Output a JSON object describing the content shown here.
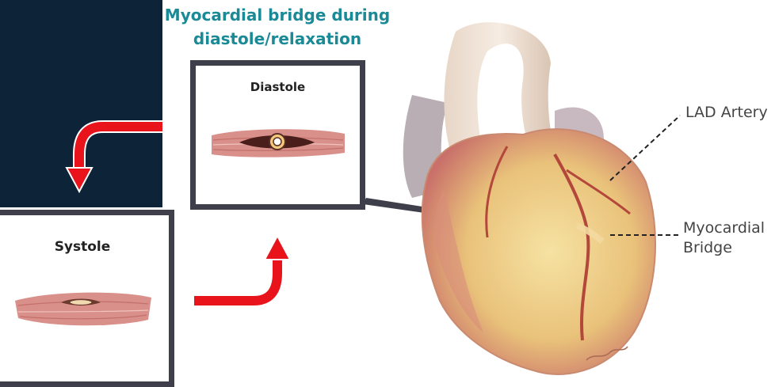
{
  "title": {
    "line1": "Myocardial bridge during",
    "line2": "diastole/relaxation"
  },
  "panels": {
    "diastole": {
      "label": "Diastole"
    },
    "systole": {
      "label": "Systole"
    }
  },
  "callouts": {
    "lad": "LAD Artery",
    "bridge_line1": "Myocardial",
    "bridge_line2": "Bridge"
  },
  "colors": {
    "title": "#1a8a96",
    "arrow": "#e8131b",
    "frame": "#3f3f4c",
    "dark_panel": "#0d2438",
    "muscle": "#d9908a",
    "heart": "#e9c27a"
  }
}
